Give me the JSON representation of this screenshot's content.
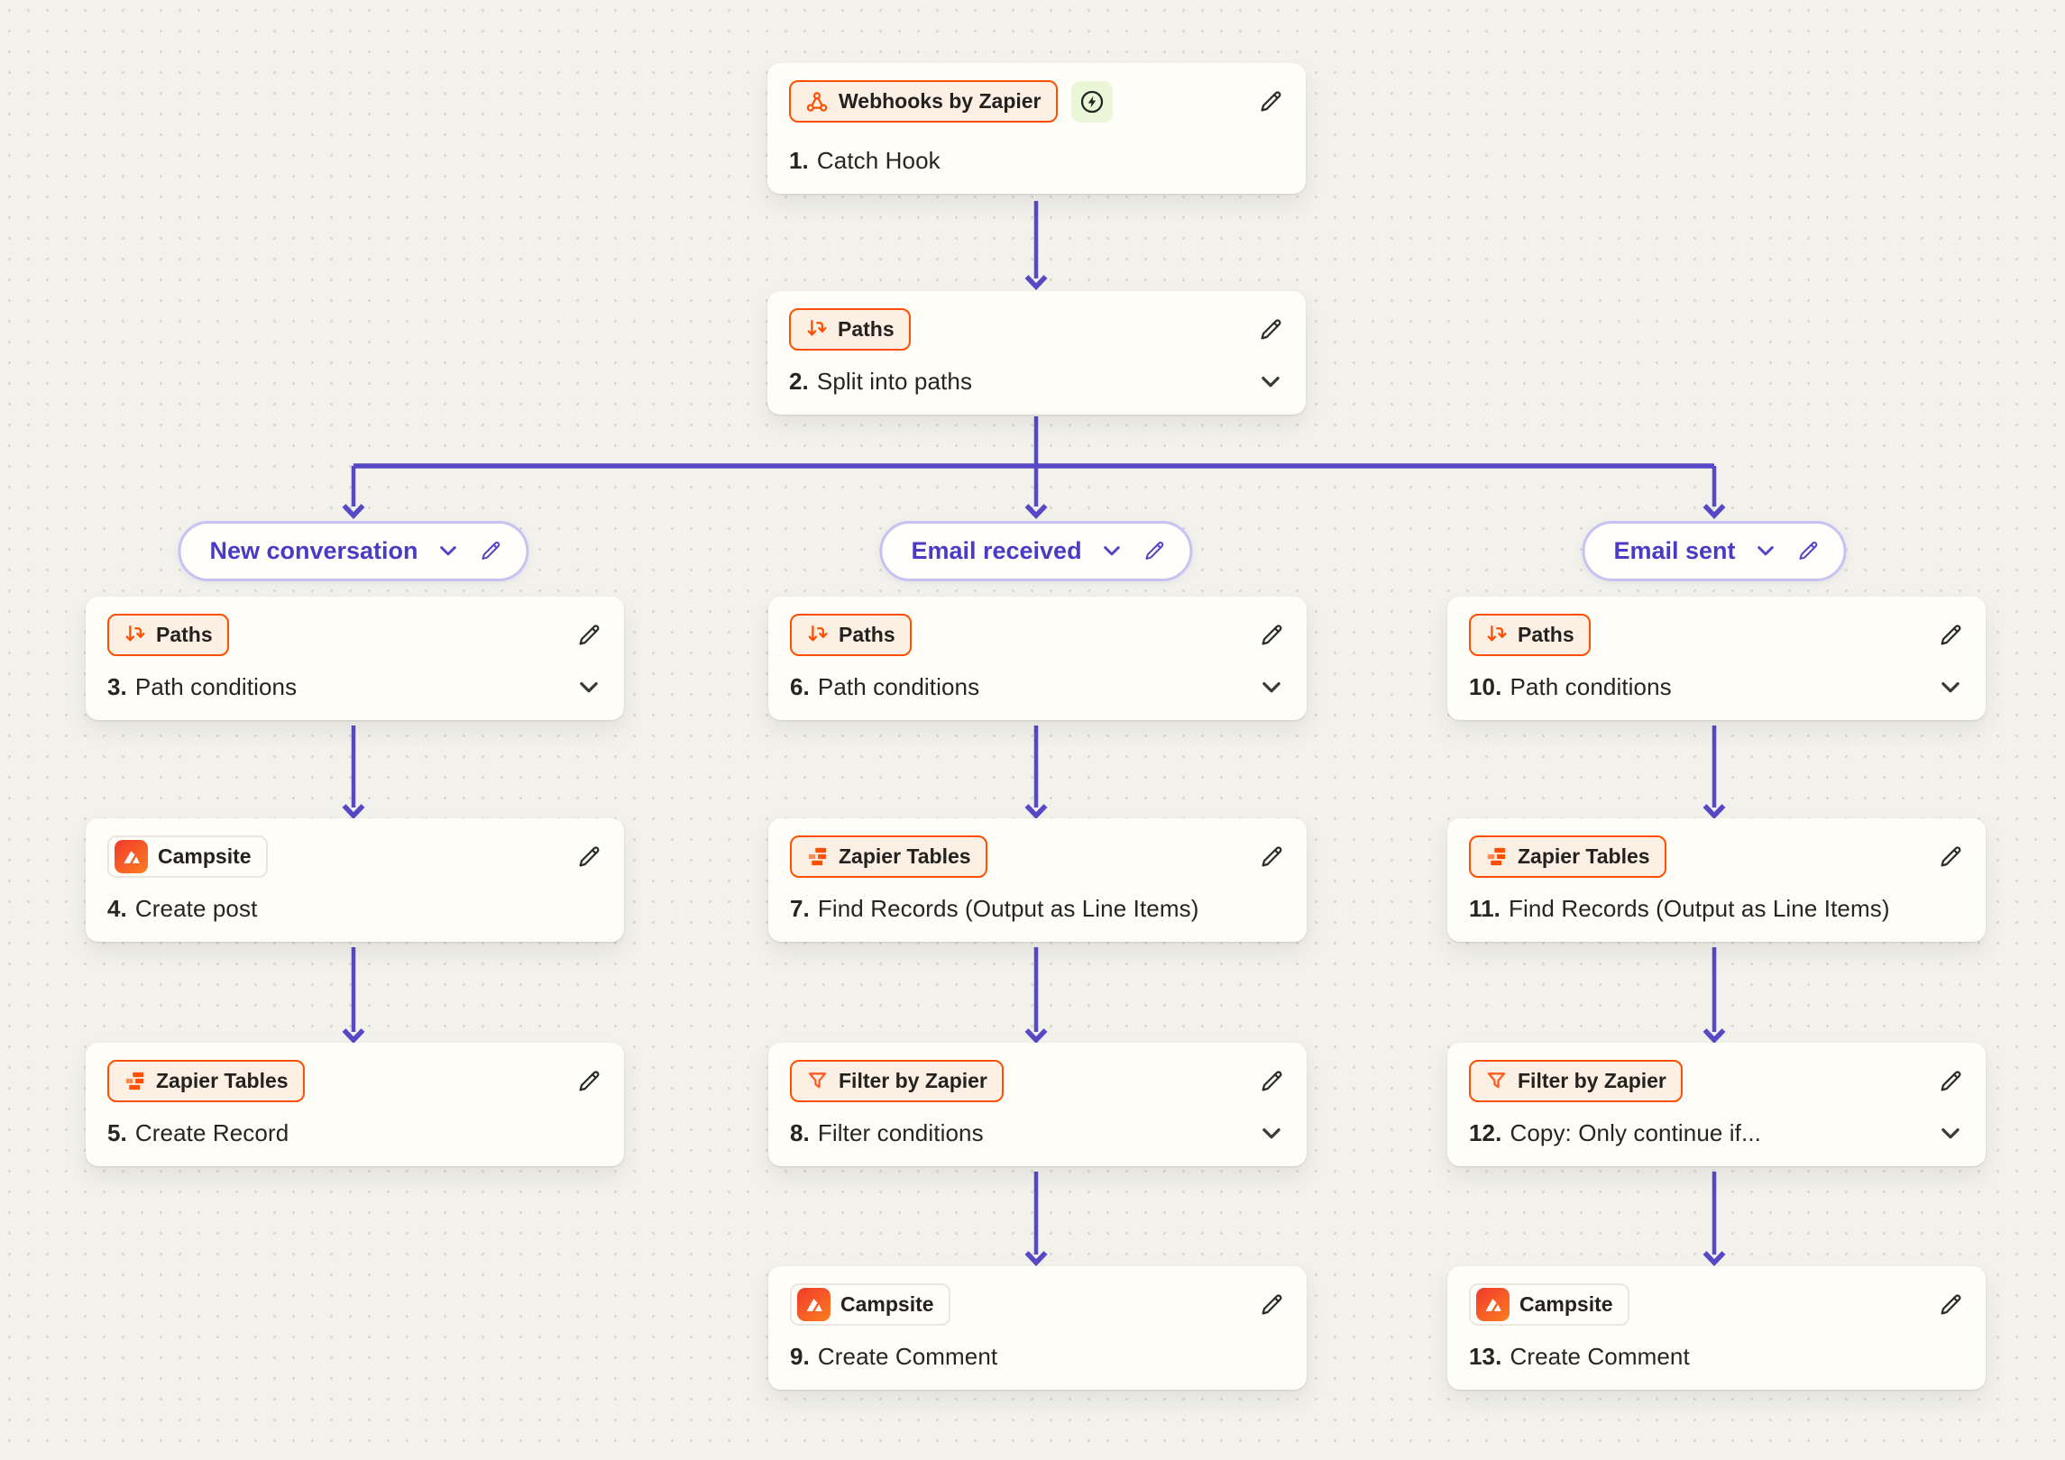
{
  "colors": {
    "canvas_bg": "#f2f1ec",
    "dot_grid": "#d9d6cd",
    "connector": "#5749c5",
    "card_bg": "#fffdf8",
    "accent_orange": "#ff4f00",
    "orange_badge_bg": "#fcefe4",
    "accent_purple": "#4a3bc2",
    "pill_border": "#c9c1f2",
    "instant_badge_bg": "#eaf6d8"
  },
  "branches": [
    {
      "label": "New conversation"
    },
    {
      "label": "Email received"
    },
    {
      "label": "Email sent"
    }
  ],
  "nodes": [
    {
      "app": "Webhooks by Zapier",
      "icon": "webhook-icon",
      "num": "1.",
      "title": "Catch Hook"
    },
    {
      "app": "Paths",
      "icon": "paths-split-icon",
      "num": "2.",
      "title": "Split into paths"
    },
    {
      "app": "Paths",
      "icon": "paths-split-icon",
      "num": "3.",
      "title": "Path conditions"
    },
    {
      "app": "Campsite",
      "icon": "campsite-icon",
      "num": "4.",
      "title": "Create post"
    },
    {
      "app": "Zapier Tables",
      "icon": "zapier-tables-icon",
      "num": "5.",
      "title": "Create Record"
    },
    {
      "app": "Paths",
      "icon": "paths-split-icon",
      "num": "6.",
      "title": "Path conditions"
    },
    {
      "app": "Zapier Tables",
      "icon": "zapier-tables-icon",
      "num": "7.",
      "title": "Find Records (Output as Line Items)"
    },
    {
      "app": "Filter by Zapier",
      "icon": "filter-icon",
      "num": "8.",
      "title": "Filter conditions"
    },
    {
      "app": "Campsite",
      "icon": "campsite-icon",
      "num": "9.",
      "title": "Create Comment"
    },
    {
      "app": "Paths",
      "icon": "paths-split-icon",
      "num": "10.",
      "title": "Path conditions"
    },
    {
      "app": "Zapier Tables",
      "icon": "zapier-tables-icon",
      "num": "11.",
      "title": "Find Records (Output as Line Items)"
    },
    {
      "app": "Filter by Zapier",
      "icon": "filter-icon",
      "num": "12.",
      "title": "Copy: Only continue if..."
    },
    {
      "app": "Campsite",
      "icon": "campsite-icon",
      "num": "13.",
      "title": "Create Comment"
    }
  ]
}
